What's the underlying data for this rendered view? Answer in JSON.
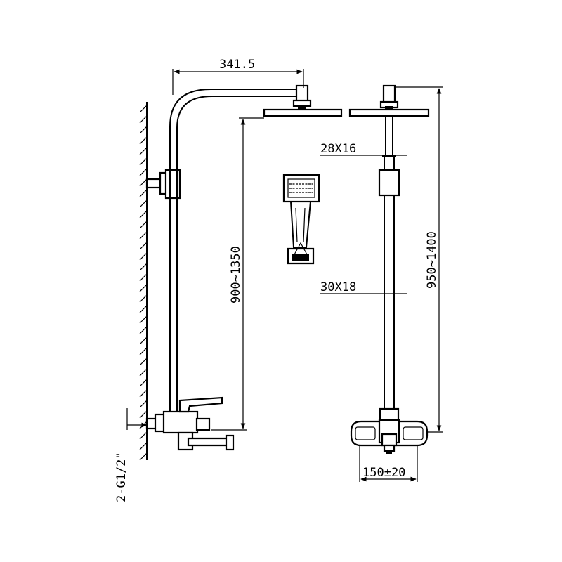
{
  "dimensions": {
    "arm_reach": "341.5",
    "height_side": "900~1350",
    "pipe_upper": "28X16",
    "pipe_lower": "30X18",
    "height_front": "950~1400",
    "inlet_spacing": "150±20",
    "inlet_thread": "2-G1/2\""
  }
}
